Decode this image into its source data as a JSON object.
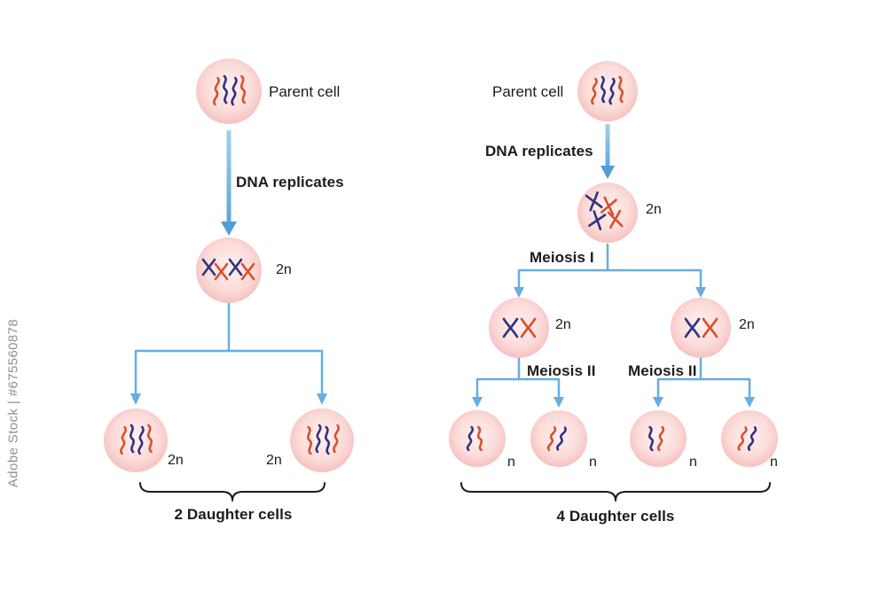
{
  "watermark": {
    "text": "Adobe Stock | #675560878"
  },
  "colors": {
    "arrow-blue": "#67ade0",
    "chr-navy": "#33317e",
    "chr-red": "#d8502d",
    "cell-center": "#fdf1f0",
    "cell-edge": "#f4aeac",
    "text-dark": "#1c1c1c",
    "watermark-gray": "#8f8f8f"
  },
  "mitosis": {
    "parent_label": "Parent cell",
    "step1_label": "DNA replicates",
    "replicated_ploidy": "2n",
    "daughters": [
      {
        "ploidy": "2n"
      },
      {
        "ploidy": "2n"
      }
    ],
    "result_label": "2 Daughter cells"
  },
  "meiosis": {
    "parent_label": "Parent cell",
    "step1_label": "DNA replicates",
    "replicated_ploidy": "2n",
    "division1_label": "Meiosis I",
    "intermediate_cells": [
      {
        "ploidy": "2n"
      },
      {
        "ploidy": "2n"
      }
    ],
    "division2_labels": [
      "Meiosis II",
      "Meiosis II"
    ],
    "daughters": [
      {
        "ploidy": "n"
      },
      {
        "ploidy": "n"
      },
      {
        "ploidy": "n"
      },
      {
        "ploidy": "n"
      }
    ],
    "result_label": "4 Daughter cells"
  }
}
